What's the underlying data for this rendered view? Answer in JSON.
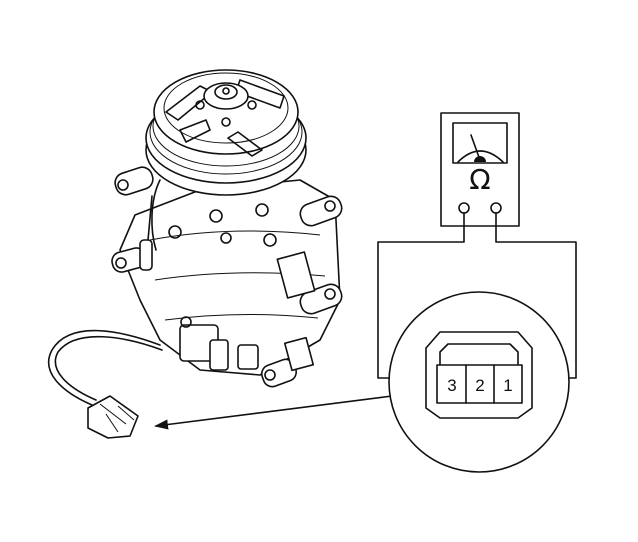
{
  "diagram": {
    "meter": {
      "unit_symbol": "Ω"
    },
    "connector": {
      "pins": [
        "3",
        "2",
        "1"
      ]
    },
    "colors": {
      "line": "#111111",
      "background": "#ffffff"
    },
    "icons": [
      "compressor-illustration",
      "ohmmeter-icon",
      "connector-callout",
      "pointer-arrow"
    ]
  }
}
